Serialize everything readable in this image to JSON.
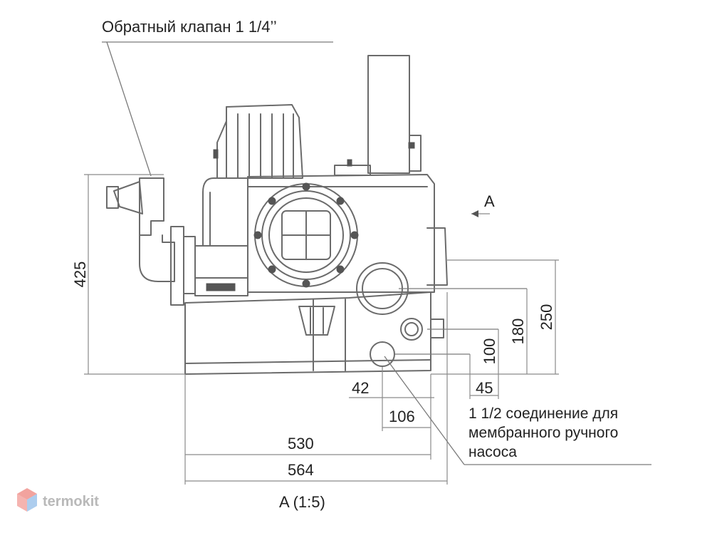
{
  "callouts": {
    "check_valve": "Обратный клапан 1 1/4’’",
    "membrane_line1": "1 1/2 соединение для",
    "membrane_line2": "мембранного ручного",
    "membrane_line3": "насоса"
  },
  "dimensions": {
    "height_total": "425",
    "h_250": "250",
    "h_180": "180",
    "h_100": "100",
    "w_42": "42",
    "w_45": "45",
    "w_106": "106",
    "w_530": "530",
    "w_564": "564"
  },
  "view": {
    "arrow_label": "A",
    "caption": "A (1:5)"
  },
  "watermark": {
    "brand": "termokit",
    "icon": "cube-logo-icon"
  },
  "colors": {
    "line": "#6b6b6b",
    "text": "#222222",
    "logo_red": "#e8584f",
    "logo_blue": "#4a90d9"
  }
}
